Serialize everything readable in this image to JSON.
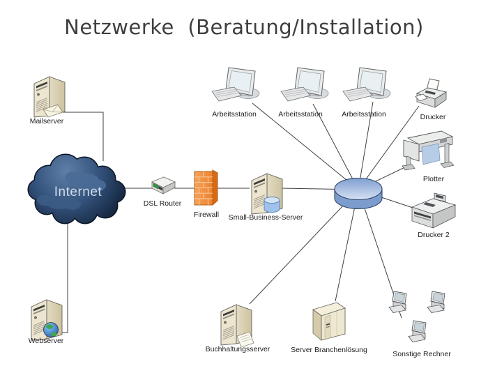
{
  "title": "Netzwerke  (Beratung/Installation)",
  "diagram": {
    "internet": {
      "label": "Internet"
    },
    "nodes": [
      {
        "id": "mailserver",
        "label": "Mailserver",
        "icon": "tower-server-with-envelope"
      },
      {
        "id": "webserver",
        "label": "Webserver",
        "icon": "tower-server-with-globe"
      },
      {
        "id": "dsl_router",
        "label": "DSL Router",
        "icon": "router"
      },
      {
        "id": "firewall",
        "label": "Firewall",
        "icon": "brick-wall"
      },
      {
        "id": "small_business_server",
        "label": "Small-Business-Server",
        "icon": "tower-server-with-database"
      },
      {
        "id": "arbeitsstation_1",
        "label": "Arbeitsstation",
        "icon": "workstation"
      },
      {
        "id": "arbeitsstation_2",
        "label": "Arbeitsstation",
        "icon": "workstation"
      },
      {
        "id": "arbeitsstation_3",
        "label": "Arbeitsstation",
        "icon": "workstation"
      },
      {
        "id": "drucker",
        "label": "Drucker",
        "icon": "inkjet-printer"
      },
      {
        "id": "plotter",
        "label": "Plotter",
        "icon": "large-format-plotter"
      },
      {
        "id": "drucker_2",
        "label": "Drucker 2",
        "icon": "laser-printer"
      },
      {
        "id": "buchhaltungsserver",
        "label": "Buchhaltungsserver",
        "icon": "tower-server-with-document"
      },
      {
        "id": "server_branchenloesung",
        "label": "Server Branchenlösung",
        "icon": "big-box-server"
      },
      {
        "id": "sonstige_rechner",
        "label": "Sonstige Rechner",
        "icon": "three-desktop-pcs"
      }
    ],
    "hub": {
      "id": "hub",
      "icon": "switch-hub-disk"
    },
    "connections": [
      [
        "mailserver",
        "internet"
      ],
      [
        "webserver",
        "internet"
      ],
      [
        "internet",
        "dsl_router"
      ],
      [
        "dsl_router",
        "firewall"
      ],
      [
        "firewall",
        "small_business_server"
      ],
      [
        "small_business_server",
        "hub"
      ],
      [
        "hub",
        "arbeitsstation_1"
      ],
      [
        "hub",
        "arbeitsstation_2"
      ],
      [
        "hub",
        "arbeitsstation_3"
      ],
      [
        "hub",
        "drucker"
      ],
      [
        "hub",
        "plotter"
      ],
      [
        "hub",
        "drucker_2"
      ],
      [
        "hub",
        "buchhaltungsserver"
      ],
      [
        "hub",
        "server_branchenloesung"
      ],
      [
        "hub",
        "sonstige_rechner"
      ]
    ],
    "colors": {
      "background": "#ffffff",
      "title_text": "#3e3e41",
      "label_text": "#1d1d1d",
      "connection_line": "#3f3f3f",
      "cloud_dark": "#0d1c31",
      "cloud_light": "#607fa8",
      "cloud_text": "#cfdbe9",
      "hub_blue": "#9db8e2",
      "firewall_orange": "#f0913f",
      "server_beige": "#ece5d0"
    }
  }
}
